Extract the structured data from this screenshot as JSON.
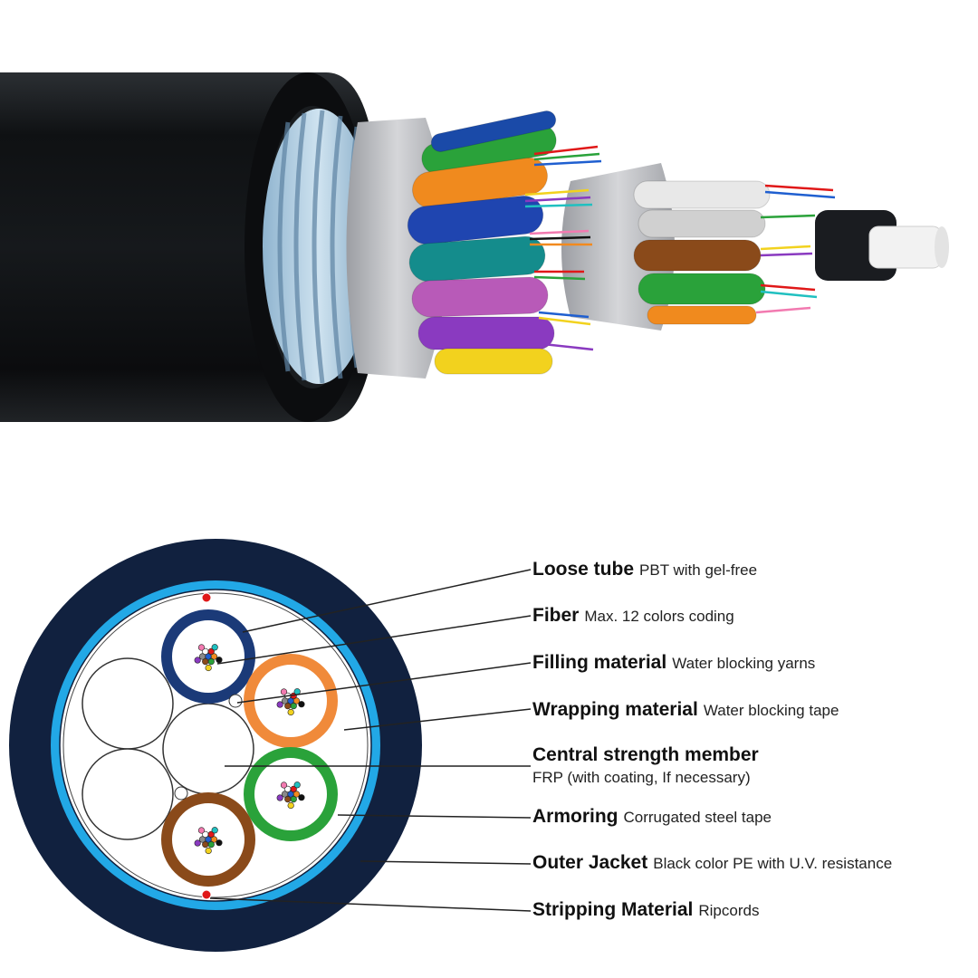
{
  "labels": [
    {
      "title": "Loose tube",
      "desc": "PBT with gel-free"
    },
    {
      "title": "Fiber",
      "desc": "Max. 12 colors coding"
    },
    {
      "title": "Filling material",
      "desc": "Water blocking yarns"
    },
    {
      "title": "Wrapping material",
      "desc": "Water blocking tape"
    },
    {
      "title": "Central strength member",
      "desc": "FRP (with coating, If necessary)"
    },
    {
      "title": "Armoring",
      "desc": "Corrugated steel tape"
    },
    {
      "title": "Outer Jacket",
      "desc": "Black color PE with U.V. resistance"
    },
    {
      "title": "Stripping Material",
      "desc": "Ripcords"
    }
  ],
  "colors": {
    "jacket": "#11213f",
    "armor": "#22a8e6",
    "tube_blue": "#1b3a78",
    "tube_orange": "#f08a3a",
    "tube_green": "#2aa23a",
    "tube_brown": "#8a4a1a",
    "ripcord": "#e01818",
    "leader_line": "#333333"
  },
  "fiber_colors": [
    "#1f5fd0",
    "#f28a1e",
    "#2aa23a",
    "#8a4a1a",
    "#8a8a8a",
    "#ffffff",
    "#e01818",
    "#111111",
    "#f2d21e",
    "#8a3ac0",
    "#f27ab0",
    "#20c0c0"
  ]
}
